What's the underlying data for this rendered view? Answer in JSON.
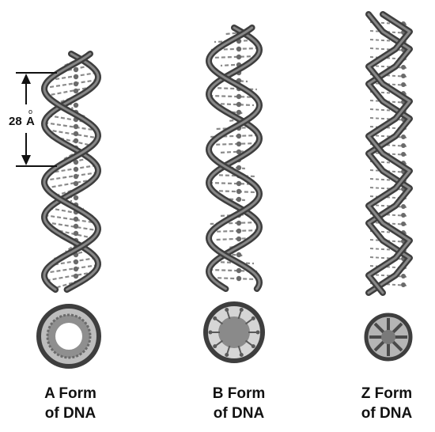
{
  "panels": [
    {
      "id": "a",
      "caption_line1": "A Form",
      "caption_line2": "of DNA"
    },
    {
      "id": "b",
      "caption_line1": "B Form",
      "caption_line2": "of DNA"
    },
    {
      "id": "z",
      "caption_line1": "Z Form",
      "caption_line2": "of DNA"
    }
  ],
  "measurement": {
    "value": "28",
    "unit": "A",
    "unit_ring": "o"
  },
  "colors": {
    "backbone": "#5a5a5a",
    "backbone_highlight": "#9a9a9a",
    "base": "#8a8a8a",
    "base_dark": "#6a6a6a",
    "ink": "#111111"
  }
}
